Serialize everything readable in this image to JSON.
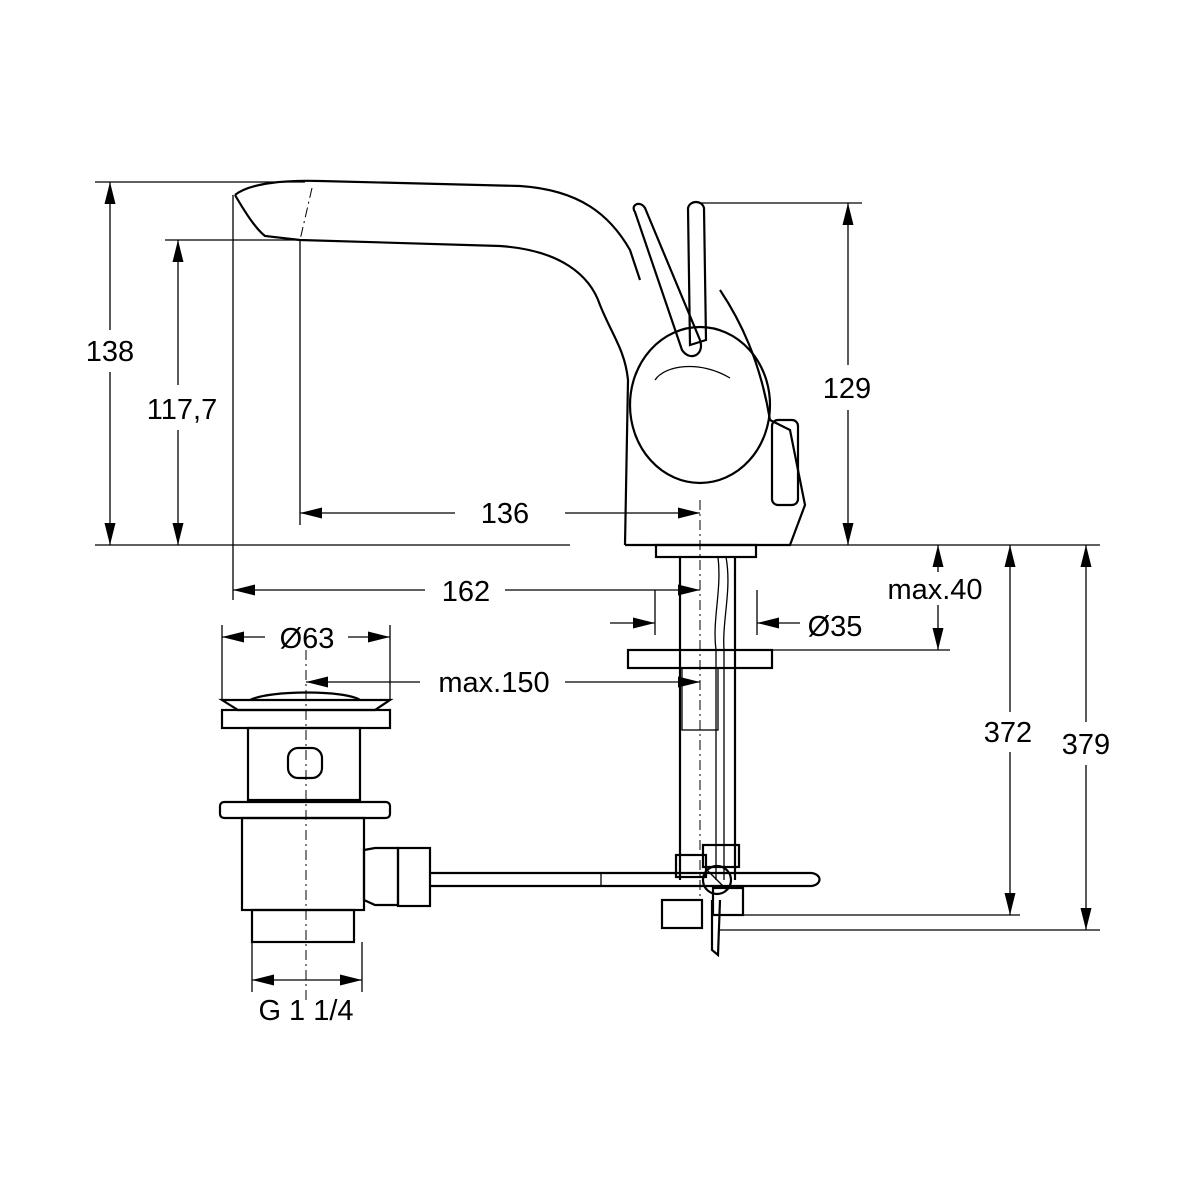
{
  "drawing": {
    "title": "Basin mixer with pop-up waste – dimension drawing",
    "dimensions": {
      "overall_height": "138",
      "spout_outlet_height": "117,7",
      "spout_reach": "136",
      "lever_height": "129",
      "overall_projection": "162",
      "max_deck_thickness": "max.40",
      "hole_diameter": "Ø35",
      "waste_diameter": "Ø63",
      "max_waste_distance": "max.150",
      "connection_length_1": "372",
      "connection_length_2": "379",
      "waste_thread": "G 1 1/4"
    }
  }
}
